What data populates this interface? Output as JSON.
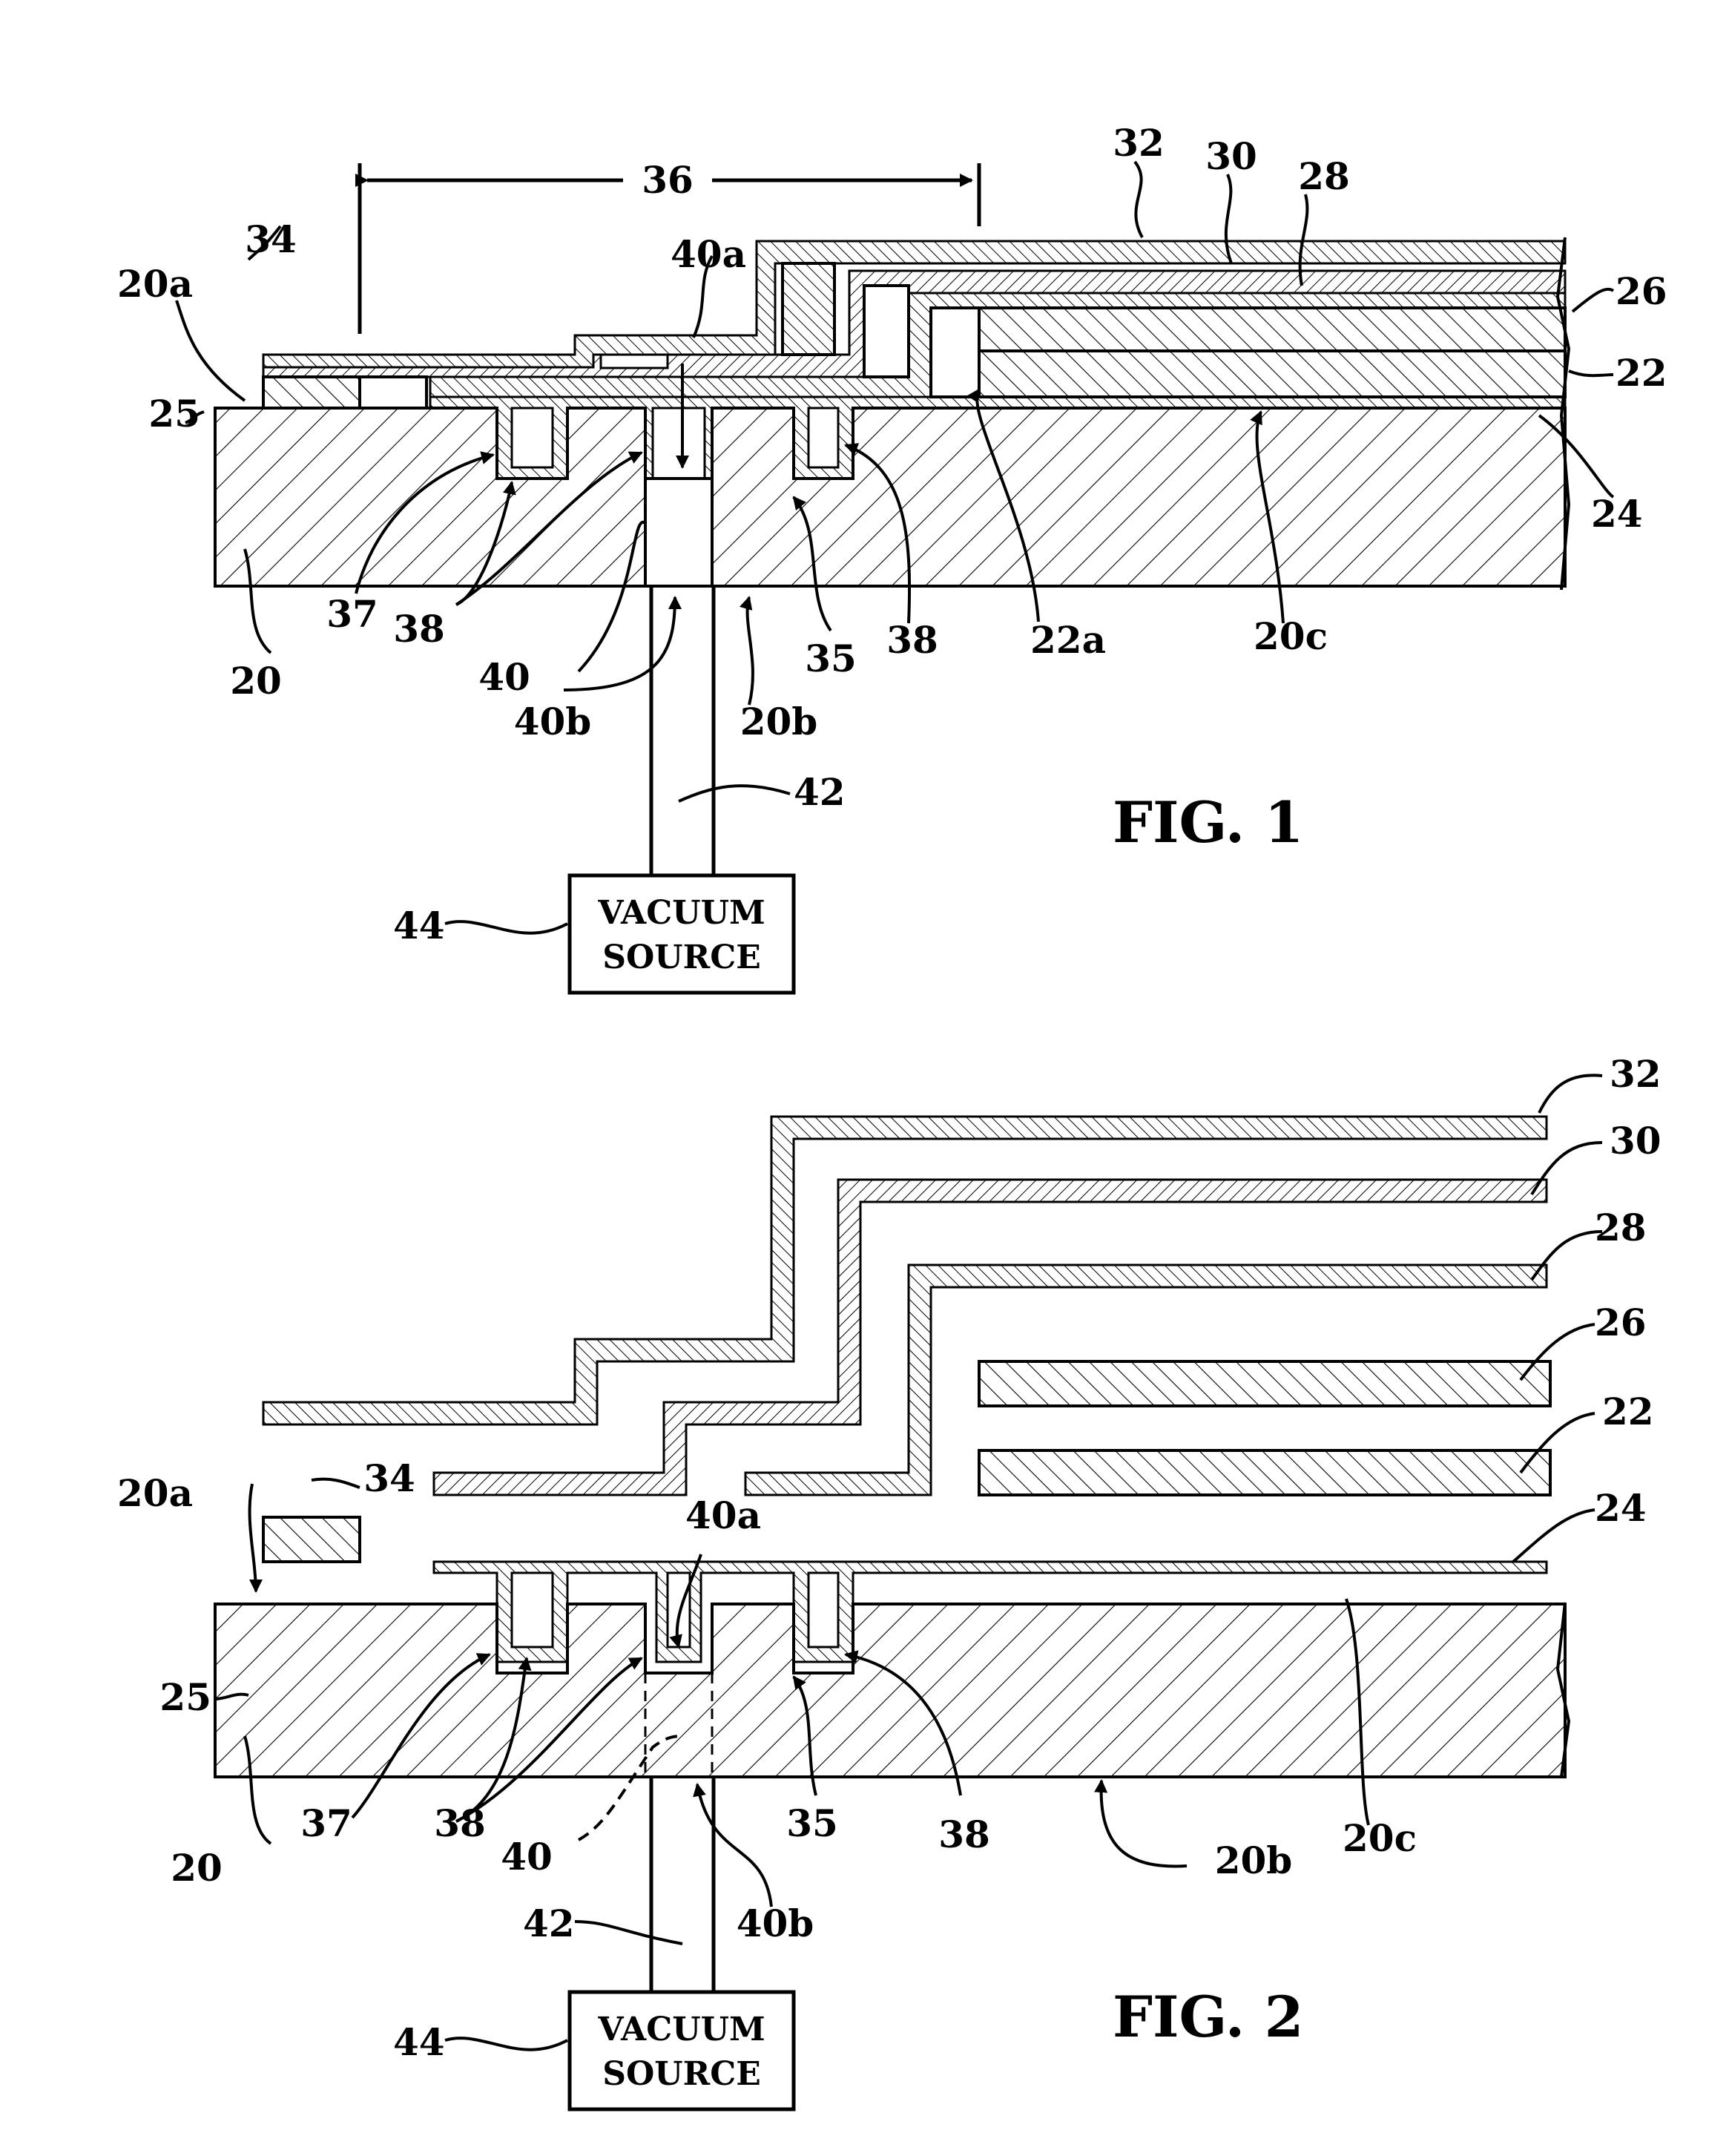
{
  "figure1": {
    "caption": "FIG. 1",
    "vacuum_box": [
      "VACUUM",
      "SOURCE"
    ],
    "dimension": "36",
    "labels": {
      "l32": "32",
      "l30": "30",
      "l28": "28",
      "l26": "26",
      "l22": "22",
      "l24": "24",
      "l20a": "20a",
      "l34": "34",
      "l25": "25",
      "l20": "20",
      "l37": "37",
      "l38a": "38",
      "l40": "40",
      "l40a": "40a",
      "l40b": "40b",
      "l35": "35",
      "l38b": "38",
      "l22a": "22a",
      "l20c": "20c",
      "l20b": "20b",
      "l42": "42",
      "l44": "44"
    }
  },
  "figure2": {
    "caption": "FIG. 2",
    "vacuum_box": [
      "VACUUM",
      "SOURCE"
    ],
    "labels": {
      "l32": "32",
      "l30": "30",
      "l28": "28",
      "l26": "26",
      "l22": "22",
      "l24": "24",
      "l20a": "20a",
      "l34": "34",
      "l25": "25",
      "l20": "20",
      "l37": "37",
      "l38a": "38",
      "l40": "40",
      "l40a": "40a",
      "l40b": "40b",
      "l35": "35",
      "l38b": "38",
      "l20c": "20c",
      "l20b": "20b",
      "l42": "42",
      "l44": "44"
    }
  }
}
